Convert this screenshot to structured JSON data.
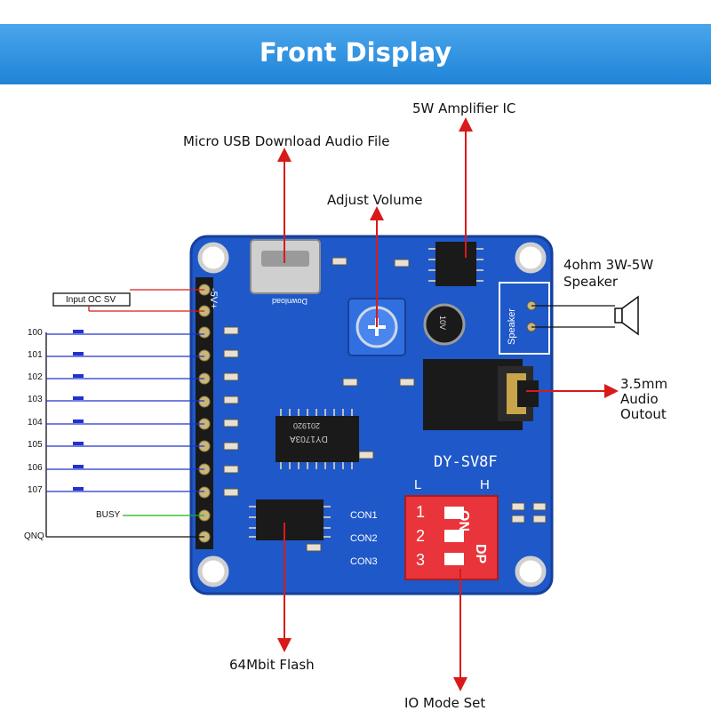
{
  "banner": {
    "title": "Front Display"
  },
  "callouts": {
    "amplifier": "5W Amplifier IC",
    "usb": "Micro USB Download Audio File",
    "volume": "Adjust Volume",
    "speaker_line1": "4ohm 3W-5W",
    "speaker_line2": "Speaker",
    "jack_line1": "3.5mm",
    "jack_line2": "Audio",
    "jack_line3": "Outout",
    "flash": "64Mbit Flash",
    "io_mode": "IO Mode Set"
  },
  "left_wiring": {
    "power_box": "Input OC SV",
    "io_labels": [
      "100",
      "101",
      "102",
      "103",
      "104",
      "105",
      "106",
      "107"
    ],
    "busy": "BUSY",
    "gnd": "QNQ"
  },
  "board": {
    "model": "DY-SV8F",
    "power_pin_label": "-5V+",
    "download_label": "Download",
    "speaker_silk": "Speaker",
    "chip_text": "DY1703A",
    "chip_code": "201920",
    "cap_text": "10V",
    "dip_l": "L",
    "dip_h": "H",
    "dip_on": "ON",
    "dip_dp": "DP",
    "dip_numbers": [
      "1",
      "2",
      "3"
    ],
    "con_labels": [
      "CON1",
      "CON2",
      "CON3"
    ]
  },
  "colors": {
    "banner": "#2a8fe0",
    "board": "#1f58c8",
    "arrow": "#d91a1a",
    "wire_io": "#2233cc",
    "wire_busy": "#1bb31b",
    "dip_switch": "#e8343a"
  }
}
